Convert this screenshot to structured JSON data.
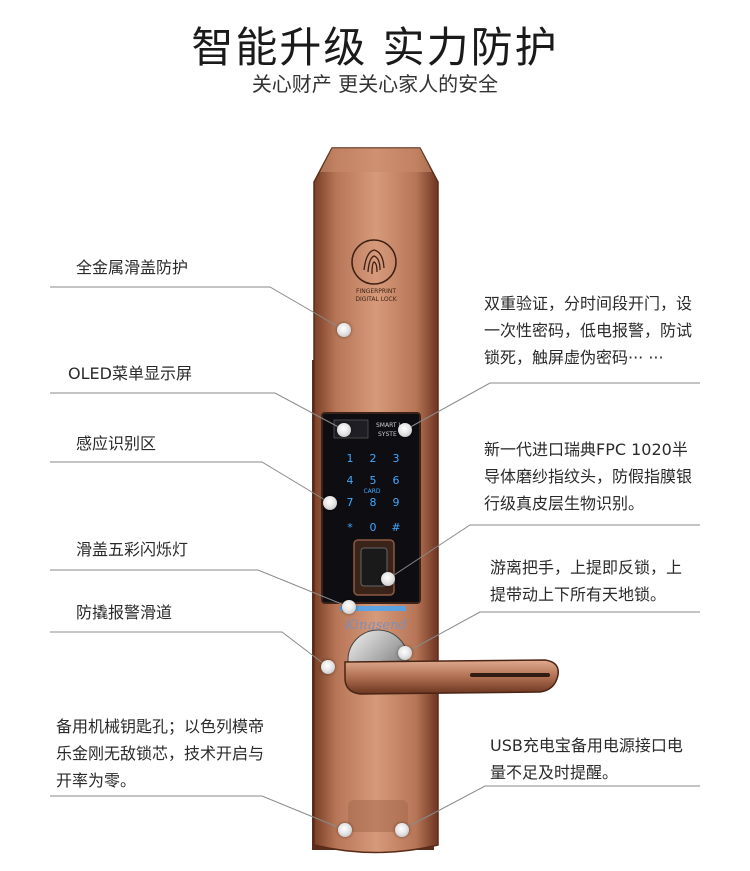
{
  "header": {
    "title": "智能升级  实力防护",
    "subtitle": "关心财产  更关心家人的安全"
  },
  "lock_text": {
    "fingerprint_line1": "FINGERPRINT",
    "fingerprint_line2": "DIGITAL LOCK",
    "panel_line1": "SMART L",
    "panel_line2": "SYSTE",
    "keypad_keys": [
      "1",
      "2",
      "3",
      "4",
      "5",
      "6",
      "7",
      "8",
      "9",
      "*",
      "0",
      "#"
    ],
    "card_label": "CARD",
    "brand": "Kingsend"
  },
  "left_labels": [
    {
      "id": "full-metal-slide-cover",
      "text": "全金属滑盖防护"
    },
    {
      "id": "oled-menu-screen",
      "text": "OLED菜单显示屏"
    },
    {
      "id": "sensing-area",
      "text": "感应识别区"
    },
    {
      "id": "slide-cover-light",
      "text": "滑盖五彩闪烁灯"
    },
    {
      "id": "anti-pry-alarm-track",
      "text": "防撬报警滑道"
    },
    {
      "id": "mechanical-key-hole",
      "lines": [
        "备用机械钥匙孔；以色列模帝",
        "乐金刚无敌锁芯，技术开启与",
        "开率为零。"
      ]
    }
  ],
  "right_labels": [
    {
      "id": "dual-verification",
      "lines": [
        "双重验证，分时间段开门，设",
        "一次性密码，低电报警，防试",
        "锁死，触屏虚伪密码···  ···"
      ]
    },
    {
      "id": "fpc-fingerprint-head",
      "lines": [
        "新一代进口瑞典FPC 1020半",
        "导体磨纱指纹头，防假指膜银",
        "行级真皮层生物识别。"
      ]
    },
    {
      "id": "free-handle",
      "lines": [
        "游离把手，上提即反锁，上",
        "提带动上下所有天地锁。"
      ]
    },
    {
      "id": "usb-power-port",
      "lines": [
        "USB充电宝备用电源接口电",
        "量不足及时提醒。"
      ]
    }
  ],
  "colors": {
    "copper_light": "#c98a6c",
    "copper_mid": "#a9684b",
    "copper_dark": "#6e3b26",
    "panel_black": "#0d0d12",
    "keypad_blue": "#3fa8ff"
  }
}
